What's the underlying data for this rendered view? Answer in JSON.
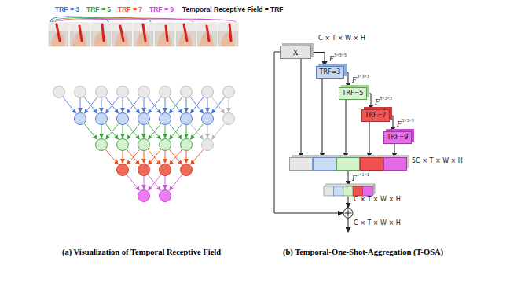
{
  "diagram": {
    "nodes": [
      {
        "text": [
          "X"
        ]
      },
      {
        "text": [
          "TRF=3"
        ]
      },
      {
        "text": [
          "TRF=5"
        ]
      },
      {
        "text": [
          "TRF=7"
        ]
      },
      {
        "text": [
          "TRF=9"
        ]
      },
      {
        "text": [
          "5C × T × W × H"
        ]
      }
    ],
    "edges": [
      {
        "from": 0,
        "to": 1,
        "arrow": "to"
      },
      {
        "from": 1,
        "to": 2,
        "arrow": "to"
      },
      {
        "from": 2,
        "to": 3,
        "arrow": "to"
      },
      {
        "from": 3,
        "to": 4,
        "arrow": "to"
      },
      {
        "from": 0,
        "to": 5,
        "arrow": "to"
      },
      {
        "from": 1,
        "to": 5,
        "arrow": "to"
      },
      {
        "from": 2,
        "to": 5,
        "arrow": "to"
      },
      {
        "from": 3,
        "to": 5,
        "arrow": "to"
      },
      {
        "from": 4,
        "to": 5,
        "arrow": "to"
      }
    ],
    "labels": [
      "TRF = 3",
      "TRF = 5",
      "TRF = 7",
      "TRF = 9",
      "Temporal Receptive Field = TRF",
      "C × T × W × H",
      "F",
      "3×3×3",
      "F",
      "3×3×3",
      "F",
      "3×3×3",
      "F",
      "3×3×3",
      "F",
      "1×1×1",
      "C × T × W × H",
      "C × T × W × H",
      "(a) Visualization of Temporal Receptive Field",
      "(b) Temporal-One-Shot-Aggregation (T-OSA)"
    ]
  }
}
